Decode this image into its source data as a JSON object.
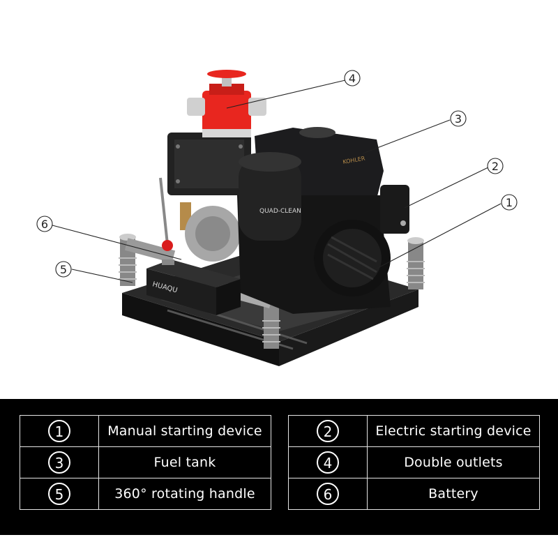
{
  "callouts": [
    {
      "id": "1",
      "symbol": "①"
    },
    {
      "id": "2",
      "symbol": "②"
    },
    {
      "id": "3",
      "symbol": "③"
    },
    {
      "id": "4",
      "symbol": "④"
    },
    {
      "id": "5",
      "symbol": "⑤"
    },
    {
      "id": "6",
      "symbol": "⑥"
    }
  ],
  "product_labels": {
    "engine_brand": "KOHLER",
    "air_cleaner": "QUAD-CLEAN",
    "battery_brand": "HUAQU"
  },
  "legend": {
    "left": [
      {
        "num": "1",
        "label": "Manual starting device"
      },
      {
        "num": "3",
        "label": "Fuel tank"
      },
      {
        "num": "5",
        "label": "360° rotating handle"
      }
    ],
    "right": [
      {
        "num": "2",
        "label": "Electric starting device"
      },
      {
        "num": "4",
        "label": "Double outlets"
      },
      {
        "num": "6",
        "label": "Battery"
      }
    ]
  },
  "colors": {
    "legend_background": "#000000",
    "legend_text": "#ffffff",
    "pump_red": "#e8261f",
    "engine_black": "#1c1c1e"
  }
}
